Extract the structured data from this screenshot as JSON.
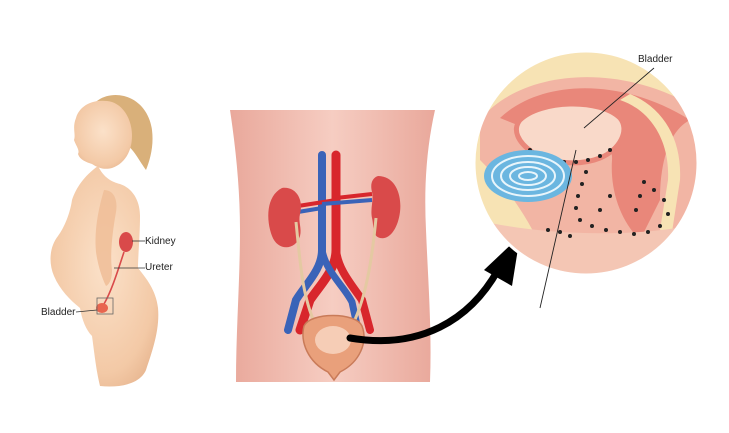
{
  "labels": {
    "kidney": "Kidney",
    "ureter": "Ureter",
    "bladder_left": "Bladder",
    "bladder_zoom": "Bladder"
  },
  "colors": {
    "skin": "#f6d3b4",
    "skin_shadow": "#e8b992",
    "hair": "#d9b07a",
    "panel_bg": "#f3c2b6",
    "kidney": "#d94a4a",
    "artery": "#d8262c",
    "vein": "#3a63b8",
    "bladder": "#e9a07b",
    "mucosa": "#f3a79a",
    "tissue": "#f2d69a",
    "nucleus": "#6bb6e0",
    "arrow": "#000000",
    "label_text": "#222222"
  },
  "icons": {
    "pointer": "curved-arrow-icon"
  }
}
